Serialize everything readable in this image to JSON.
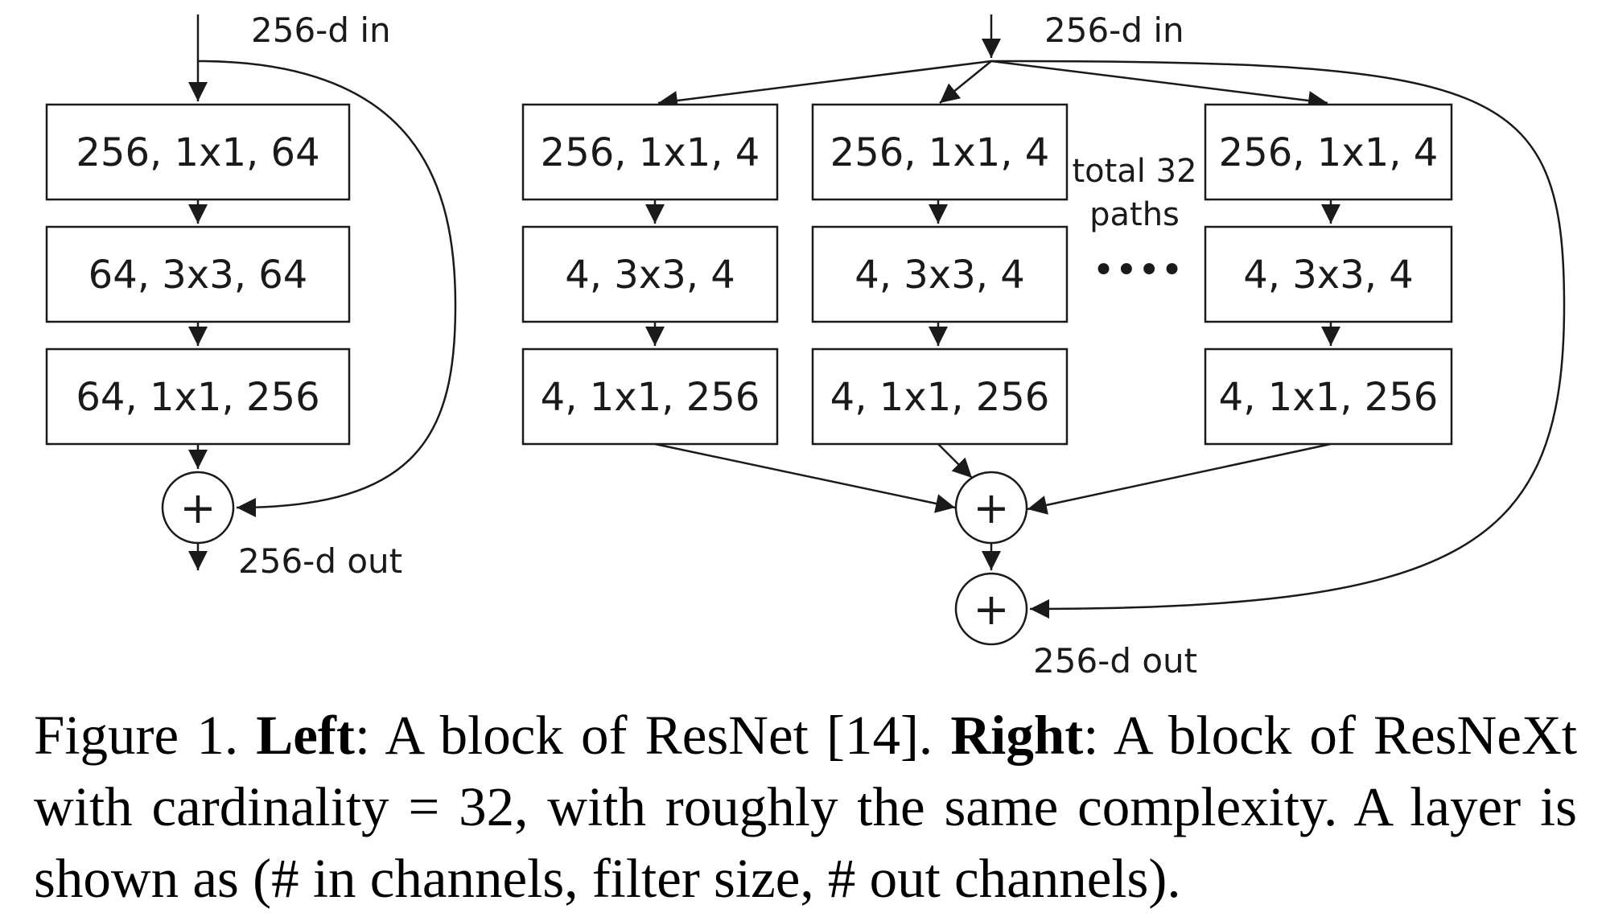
{
  "left_block": {
    "input_label": "256-d in",
    "layers": [
      "256, 1x1, 64",
      "64, 3x3, 64",
      "64, 1x1, 256"
    ],
    "sum_symbol": "+",
    "output_label": "256-d out"
  },
  "right_block": {
    "input_label": "256-d in",
    "paths": [
      [
        "256, 1x1, 4",
        "4, 3x3, 4",
        "4, 1x1, 256"
      ],
      [
        "256, 1x1, 4",
        "4, 3x3, 4",
        "4, 1x1, 256"
      ],
      [
        "256, 1x1, 4",
        "4, 3x3, 4",
        "4, 1x1, 256"
      ]
    ],
    "paths_note_line1": "total 32",
    "paths_note_line2": "paths",
    "ellipsis": "••••",
    "aggregate_symbol": "+",
    "sum_symbol": "+",
    "output_label": "256-d out"
  },
  "caption": {
    "prefix": "Figure 1. ",
    "left_bold": "Left",
    "left_text": ":  A block of ResNet [14].  ",
    "right_bold": "Right",
    "right_text": ":  A block of ResNeXt with cardinality = 32, with roughly the same complexity. A layer is shown as (# in channels, filter size, # out channels)."
  }
}
